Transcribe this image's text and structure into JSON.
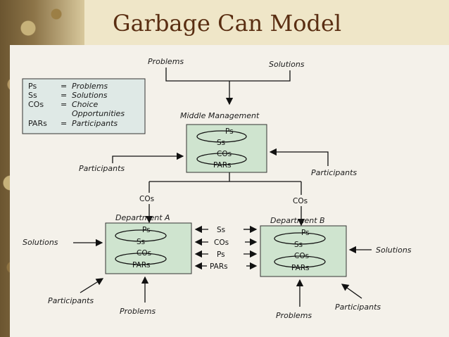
{
  "title": "Garbage Can Model",
  "legend": [
    {
      "abbr": "Ps",
      "eq": "=",
      "meaning": "Problems"
    },
    {
      "abbr": "Ss",
      "eq": "=",
      "meaning": "Solutions"
    },
    {
      "abbr": "COs",
      "eq": "=",
      "meaning": "Choice"
    },
    {
      "abbr": "",
      "eq": "",
      "meaning": "Opportunities"
    },
    {
      "abbr": "PARs",
      "eq": "=",
      "meaning": "Participants"
    }
  ],
  "top": {
    "problems": "Problems",
    "solutions": "Solutions",
    "middle_management": "Middle Management"
  },
  "middle_box": [
    "Ps",
    "Ss",
    "COs",
    "PARs"
  ],
  "participants_left": "Participants",
  "participants_right": "Participants",
  "cos_left": "COs",
  "cos_right": "COs",
  "dept_a": {
    "title": "Department A",
    "items": [
      "Ps",
      "Ss",
      "COs",
      "PARs"
    ]
  },
  "dept_b": {
    "title": "Department B",
    "items": [
      "Ps",
      "Ss",
      "COs",
      "PARs"
    ]
  },
  "exchange": [
    "Ss",
    "COs",
    "Ps",
    "PARs"
  ],
  "solutions_left": "Solutions",
  "solutions_right": "Solutions",
  "bottom_a": {
    "participants": "Participants",
    "problems": "Problems"
  },
  "bottom_b": {
    "problems": "Problems",
    "participants": "Participants"
  }
}
